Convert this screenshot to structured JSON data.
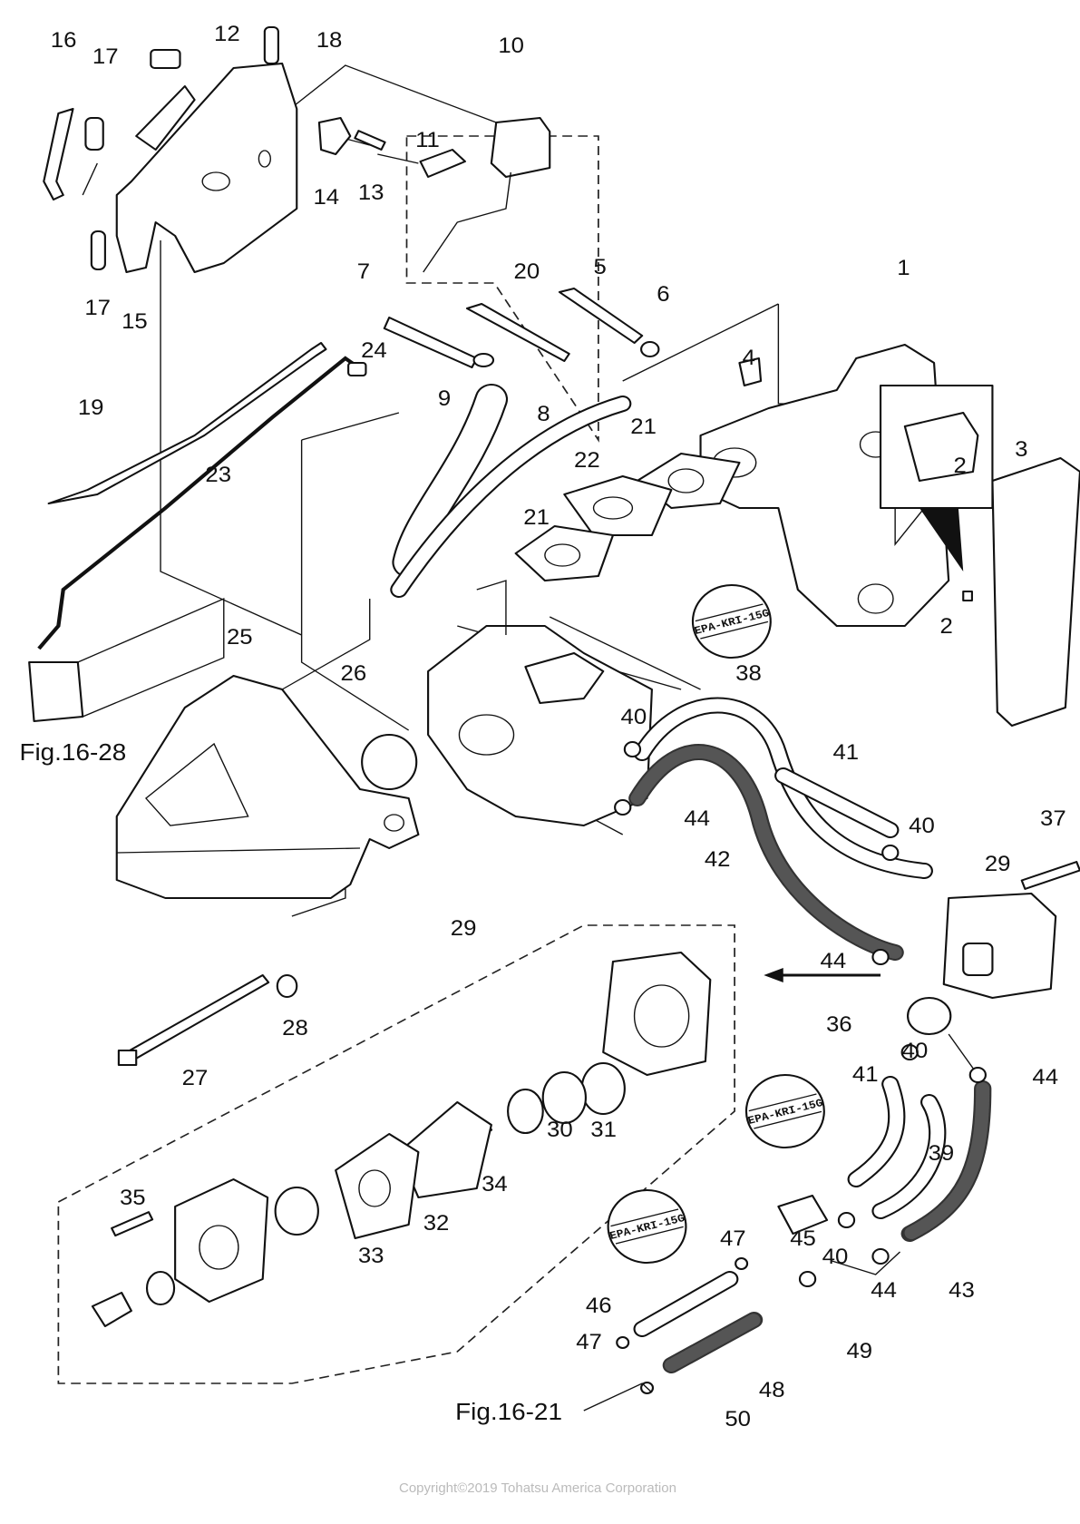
{
  "figure": {
    "caption": "Fig.16-21",
    "cross_reference": "Fig.16-28",
    "copyright": "Copyright©2019 Tohatsu America Corporation"
  },
  "callouts": [
    "16",
    "12",
    "18",
    "10",
    "17",
    "11",
    "14",
    "13",
    "17",
    "15",
    "7",
    "20",
    "5",
    "6",
    "1",
    "4",
    "24",
    "19",
    "9",
    "8",
    "21",
    "22",
    "2",
    "3",
    "23",
    "21",
    "2",
    "25",
    "38",
    "26",
    "40",
    "41",
    "44",
    "40",
    "37",
    "42",
    "29",
    "29",
    "44",
    "28",
    "36",
    "27",
    "40",
    "44",
    "41",
    "31",
    "30",
    "39",
    "34",
    "35",
    "32",
    "33",
    "45",
    "47",
    "40",
    "46",
    "44",
    "43",
    "47",
    "49",
    "48",
    "50"
  ],
  "hose_stamps": [
    "EPA-KRI-15G",
    "EPA-KRI-15G",
    "EPA-KRI-15G"
  ]
}
